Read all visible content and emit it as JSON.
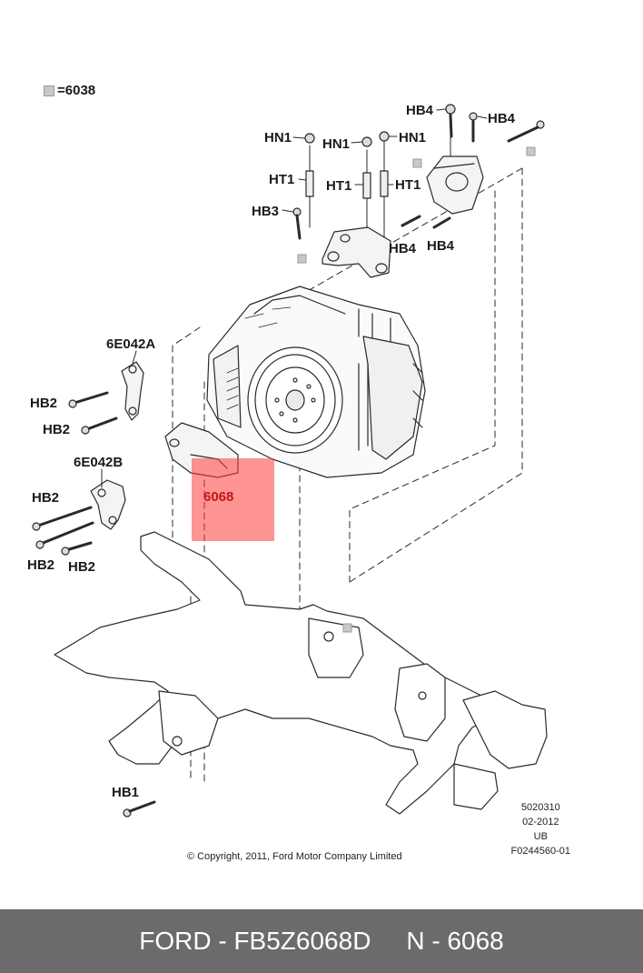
{
  "legend": {
    "symbol": "gray-square-icon",
    "text": "=6038"
  },
  "labels": {
    "hn1_a": "HN1",
    "hn1_b": "HN1",
    "hn1_c": "HN1",
    "hb4_a": "HB4",
    "hb4_b": "HB4",
    "hb4_c": "HB4",
    "hb4_d": "HB4",
    "ht1_a": "HT1",
    "ht1_b": "HT1",
    "ht1_c": "HT1",
    "hb3": "HB3",
    "p6e042a": "6E042A",
    "p6e042b": "6E042B",
    "hb2_a": "HB2",
    "hb2_b": "HB2",
    "hb2_c": "HB2",
    "hb2_d": "HB2",
    "hb2_e": "HB2",
    "hb1": "HB1"
  },
  "highlight": {
    "part": "6068",
    "color": "#ff3c3c"
  },
  "meta": {
    "line1": "5020310",
    "line2": "02-2012",
    "line3": "UB",
    "line4": "F0244560-01"
  },
  "copyright": "© Copyright, 2011, Ford Motor Company Limited",
  "footer": {
    "brand": "FORD - FB5Z6068D",
    "part": "N - 6068"
  }
}
